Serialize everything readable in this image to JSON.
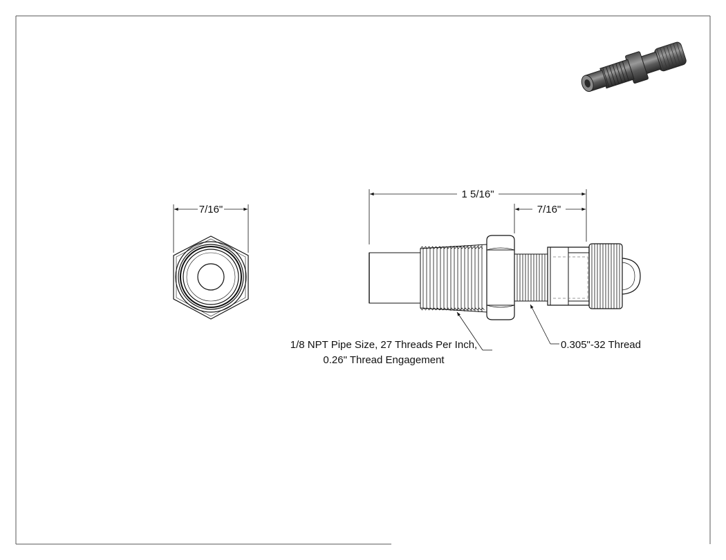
{
  "dimensions": {
    "hex_across_flats": "7/16\"",
    "overall_length": "1 5/16\"",
    "cap_length": "7/16\""
  },
  "callouts": {
    "npt_line1": "1/8 NPT Pipe Size, 27 Threads Per Inch,",
    "npt_line2": "0.26\" Thread Engagement",
    "fine_thread": "0.305\"-32 Thread"
  }
}
